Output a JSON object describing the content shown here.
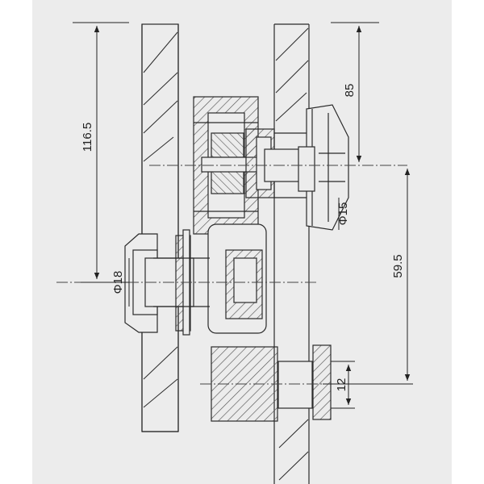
{
  "drawing": {
    "dimensions": {
      "d1": "116.5",
      "d2": "85",
      "d3": "59.5",
      "d4": "12",
      "phi18": "Φ18",
      "phi15": "Φ15"
    },
    "colors": {
      "paper": "#ececec",
      "ink": "#2a2a2a",
      "hatch": "#555555"
    }
  }
}
